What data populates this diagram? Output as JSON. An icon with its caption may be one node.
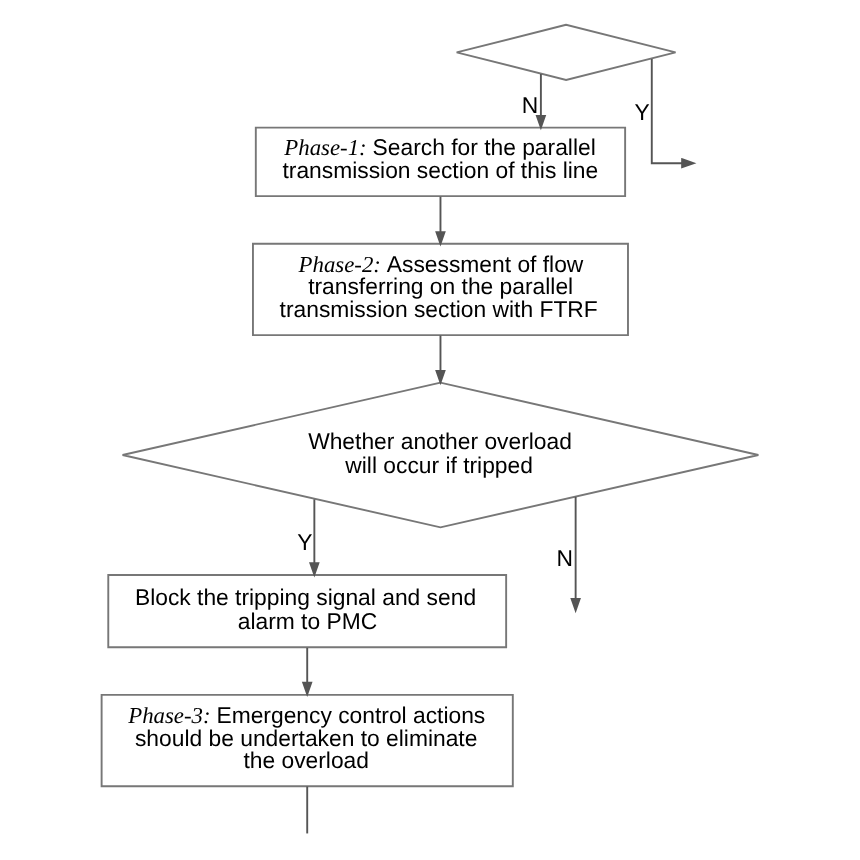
{
  "diagram": {
    "nodes": [
      {
        "text": [],
        "shape": "diamond"
      },
      {
        "text": [
          "*Phase-1:* Search for the parallel transmission section of this line"
        ]
      },
      {
        "text": [
          "*Phase-2:* Assessment of flow transferring on the parallel transmission section with FTRF"
        ]
      },
      {
        "text": [
          "Whether another overload will occur if tripped"
        ]
      },
      {
        "text": [
          "Block the tripping signal and send alarm to PMC"
        ]
      },
      {
        "text": [
          "*Phase-3:* Emergency control actions should be undertaken to eliminate the overload"
        ]
      }
    ],
    "edges": [
      {
        "from": 0,
        "to": 1,
        "arrow": "to",
        "label": "N"
      },
      {
        "from": 0,
        "to": null,
        "arrow": "to",
        "label": "Y"
      },
      {
        "from": 1,
        "to": 2,
        "arrow": "to"
      },
      {
        "from": 2,
        "to": 3,
        "arrow": "to"
      },
      {
        "from": 3,
        "to": 4,
        "arrow": "to",
        "label": "Y"
      },
      {
        "from": 3,
        "to": null,
        "arrow": "to",
        "label": "N"
      },
      {
        "from": 4,
        "to": 5,
        "arrow": "to"
      },
      {
        "from": 5,
        "to": null,
        "arrow": "none"
      }
    ]
  }
}
